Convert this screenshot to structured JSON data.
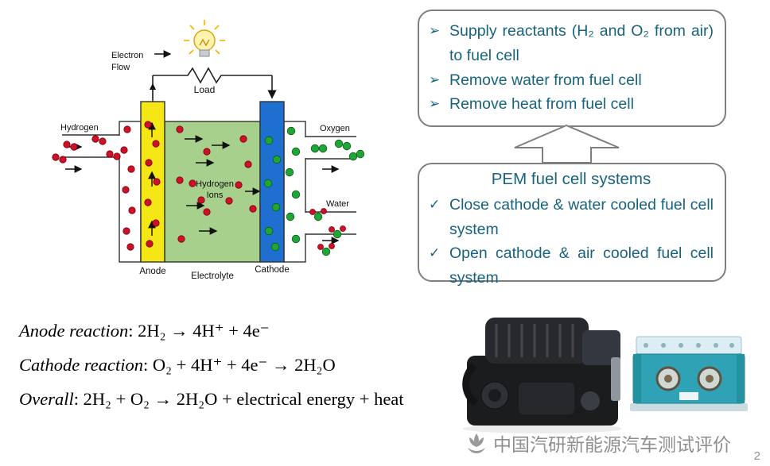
{
  "slide": {
    "page_number": "2"
  },
  "colors": {
    "accent": "#17637F",
    "box_border": "#7F7F7F",
    "anode": "#F5E616",
    "electrolyte": "#A8D08D",
    "cathode": "#1E6FD0",
    "hydrogen_dot": "#CE1126",
    "oxygen_dot": "#1FA637"
  },
  "diagram": {
    "labels": {
      "electron": "Electron",
      "flow": "Flow",
      "load": "Load",
      "hydrogen": "Hydrogen",
      "oxygen": "Oxygen",
      "water": "Water",
      "hydrogen_ions_line1": "Hydrogen",
      "hydrogen_ions_line2": "Ions",
      "anode": "Anode",
      "electrolyte": "Electrolyte",
      "cathode": "Cathode"
    }
  },
  "functions_box": {
    "items": [
      {
        "marker": "➢",
        "text": "Supply reactants (H₂ and O₂ from air) to fuel cell"
      },
      {
        "marker": "➢",
        "text": "Remove water from fuel cell"
      },
      {
        "marker": "➢",
        "text": "Remove heat from fuel cell"
      }
    ]
  },
  "systems_box": {
    "title": "PEM fuel cell systems",
    "items": [
      {
        "marker": "✓",
        "text": "Close cathode & water cooled fuel cell system"
      },
      {
        "marker": "✓",
        "text": "Open cathode & air cooled fuel cell system"
      }
    ]
  },
  "equations": [
    {
      "label": "Anode reaction",
      "formula": ": 2H₂ → 4H⁺ + 4e⁻"
    },
    {
      "label": "Cathode reaction",
      "formula": ": O₂ + 4H⁺ + 4e⁻ → 2H₂O"
    },
    {
      "label": "Overall",
      "formula": ": 2H₂ + O₂ → 2H₂O + electrical energy + heat"
    }
  ],
  "watermark": {
    "text": "中国汽研新能源汽车测试评价"
  }
}
